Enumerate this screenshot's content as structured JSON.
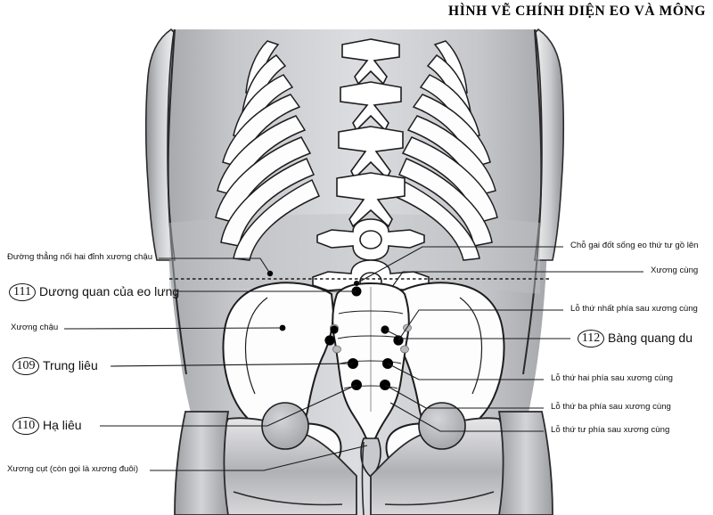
{
  "figure": {
    "title": "HÌNH VẼ CHÍNH DIỆN EO VÀ MÔNG",
    "view": "posterior-lower-back-and-buttocks",
    "background_color": "#ffffff",
    "line_color": "#1a1a1a",
    "point_color": "#000000"
  },
  "labels_left": [
    {
      "id": "iliac-crest-line",
      "text": "Đường thẳng nối hai đỉnh xương chậu",
      "number": null
    },
    {
      "id": "point-111",
      "text": "Dương quan của eo lưng",
      "number": "111"
    },
    {
      "id": "pelvis-bone",
      "text": "Xương chậu",
      "number": null
    },
    {
      "id": "point-109",
      "text": "Trung liêu",
      "number": "109"
    },
    {
      "id": "point-110",
      "text": "Hạ liêu",
      "number": "110"
    },
    {
      "id": "coccyx",
      "text": "Xương cụt (còn gọi là xương đuôi)",
      "number": null
    }
  ],
  "labels_right": [
    {
      "id": "l4-spinous-process",
      "text": "Chỗ gai đốt sống eo thứ tư gồ lên",
      "number": null
    },
    {
      "id": "sacrum",
      "text": "Xương cùng",
      "number": null
    },
    {
      "id": "posterior-sacral-foramen-1",
      "text": "Lỗ thứ nhất phía sau xương cùng",
      "number": null
    },
    {
      "id": "point-112",
      "text": "Bàng quang du",
      "number": "112"
    },
    {
      "id": "posterior-sacral-foramen-2",
      "text": "Lỗ thứ hai phía sau xương cùng",
      "number": null
    },
    {
      "id": "posterior-sacral-foramen-3",
      "text": "Lỗ thứ ba phía sau xương cùng",
      "number": null
    },
    {
      "id": "posterior-sacral-foramen-4",
      "text": "Lỗ thứ tư phía sau xương cùng",
      "number": null
    }
  ]
}
